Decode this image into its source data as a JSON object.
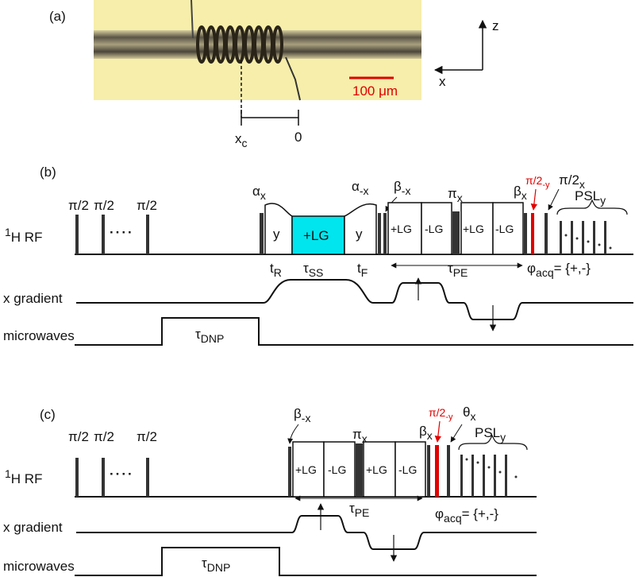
{
  "panel_a": {
    "label": "(a)",
    "scale_bar": "100 μm",
    "axis_z": "z",
    "axis_x": "x",
    "coord_xc": "x",
    "coord_xc_sub": "c",
    "coord_zero": "0"
  },
  "panel_b": {
    "label": "(b)",
    "row_rf": "RF",
    "row_rf_sup": "1",
    "row_rf_prefix": "H ",
    "row_grad": "x gradient",
    "row_mw": "microwaves",
    "pi2_1": "π/2",
    "pi2_2": "π/2",
    "pi2_3": "π/2",
    "dots": "····",
    "alpha_x": "α",
    "alpha_x_sub": "x",
    "block_y1": "y",
    "block_lg": "+LG",
    "block_y2": "y",
    "alpha_mx": "α",
    "alpha_mx_sub": "-x",
    "beta_mx": "β",
    "beta_mx_sub": "-x",
    "pe_lg1": "+LG",
    "pe_lg2": "-LG",
    "pe_lg3": "+LG",
    "pe_lg4": "-LG",
    "pi_x": "π",
    "pi_x_sub": "x",
    "beta_x": "β",
    "beta_x_sub": "x",
    "pi2_my": "π/2",
    "pi2_my_sub": "-y",
    "pi2_x": "π/2",
    "pi2_x_sub": "x",
    "psl": "PSL",
    "psl_sub": "y",
    "t_r": "t",
    "t_r_sub": "R",
    "tau_ss": "τ",
    "tau_ss_sub": "SS",
    "t_f": "t",
    "t_f_sub": "F",
    "tau_pe": "τ",
    "tau_pe_sub": "PE",
    "phi_acq": "φ",
    "phi_acq_sub": "acq",
    "phi_acq_val": "= {+,-}",
    "tau_dnp": "τ",
    "tau_dnp_sub": "DNP"
  },
  "panel_c": {
    "label": "(c)",
    "row_rf": "RF",
    "row_rf_sup": "1",
    "row_rf_prefix": "H ",
    "row_grad": "x gradient",
    "row_mw": "microwaves",
    "pi2_1": "π/2",
    "pi2_2": "π/2",
    "pi2_3": "π/2",
    "dots": "····",
    "beta_mx": "β",
    "beta_mx_sub": "-x",
    "pe_lg1": "+LG",
    "pe_lg2": "-LG",
    "pe_lg3": "+LG",
    "pe_lg4": "-LG",
    "pi_x": "π",
    "pi_x_sub": "x",
    "beta_x": "β",
    "beta_x_sub": "x",
    "pi2_my": "π/2",
    "pi2_my_sub": "-y",
    "theta_x": "θ",
    "theta_x_sub": "x",
    "psl": "PSL",
    "psl_sub": "y",
    "tau_pe": "τ",
    "tau_pe_sub": "PE",
    "phi_acq": "φ",
    "phi_acq_sub": "acq",
    "phi_acq_val": "= {+,-}",
    "tau_dnp": "τ",
    "tau_dnp_sub": "DNP"
  },
  "colors": {
    "line": "#111111",
    "pulse": "#333333",
    "highlight_red": "#e00000",
    "lg_block": "#00e5ee",
    "photo_bg": "#f6eeaa"
  }
}
